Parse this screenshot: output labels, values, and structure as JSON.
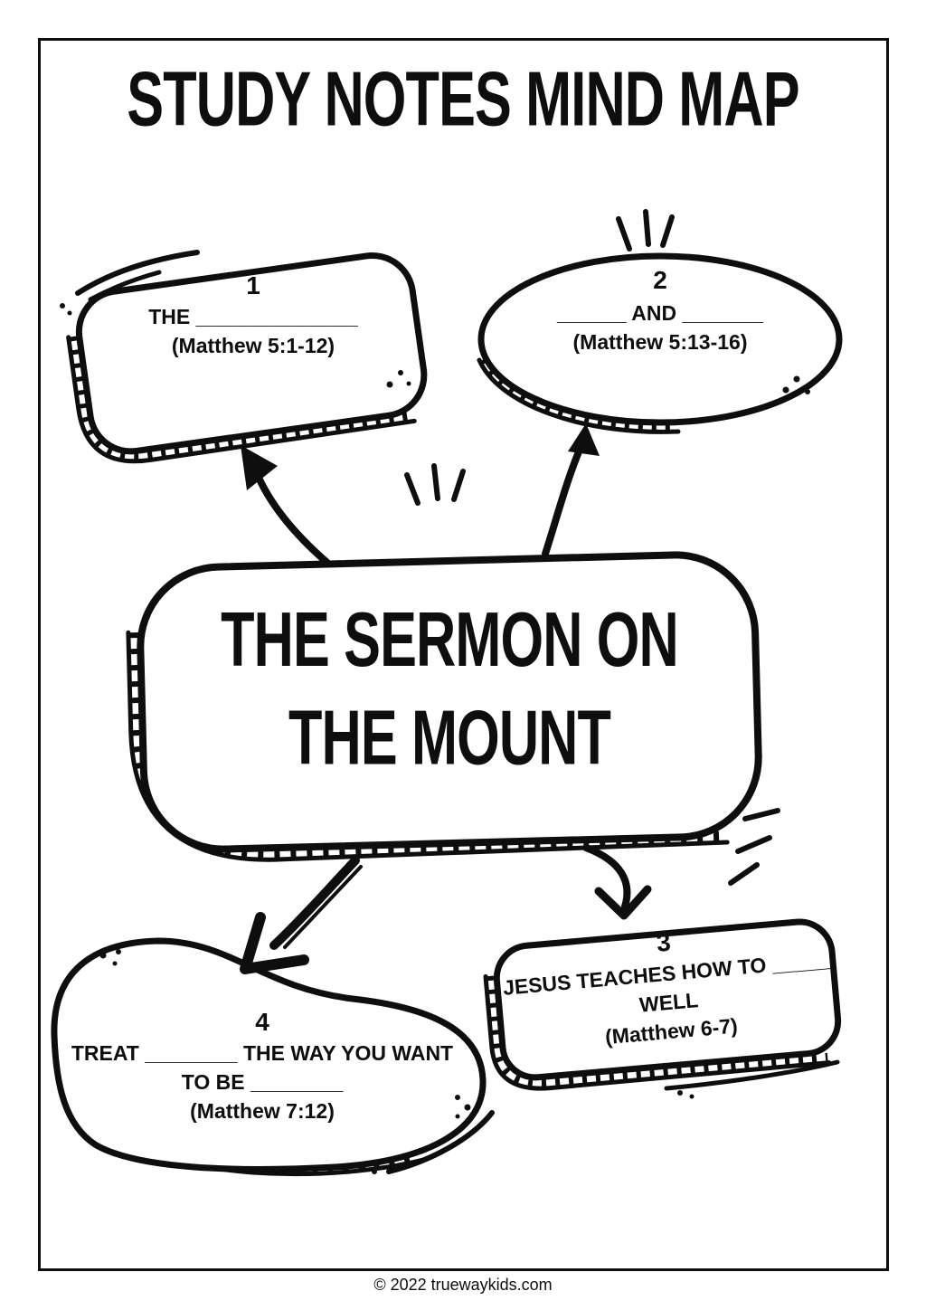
{
  "page": {
    "title": "STUDY NOTES MIND MAP",
    "footer": "© 2022 truewaykids.com",
    "ink_color": "#0e0e0e",
    "paper_color": "#ffffff"
  },
  "center_topic": {
    "line1": "THE SERMON ON",
    "line2": "THE MOUNT"
  },
  "bubbles": [
    {
      "number": "1",
      "line1": "THE ______________",
      "reference": "(Matthew 5:1-12)"
    },
    {
      "number": "2",
      "line1": "______ AND _______",
      "reference": "(Matthew 5:13-16)"
    },
    {
      "number": "3",
      "line1": "JESUS TEACHES HOW TO _____",
      "line2": "WELL",
      "reference": "(Matthew 6-7)"
    },
    {
      "number": "4",
      "line1": "TREAT ________ THE WAY YOU WANT",
      "line2": "TO BE ________",
      "reference": "(Matthew 7:12)"
    }
  ]
}
